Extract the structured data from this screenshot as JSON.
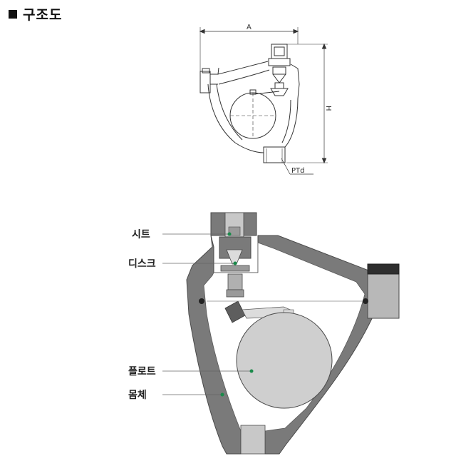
{
  "title": "구조도",
  "top_drawing": {
    "dim_a": "A",
    "dim_h": "H",
    "dim_ptd": "PTd"
  },
  "parts": [
    {
      "label": "시트"
    },
    {
      "label": "디스크"
    },
    {
      "label": "플로트"
    },
    {
      "label": "몸체"
    }
  ],
  "colors": {
    "body": "#7a7a7a",
    "body_dark": "#5e5e5e",
    "float": "#cfcfcf",
    "leader": "#666666",
    "marker": "#1a8a4a"
  }
}
